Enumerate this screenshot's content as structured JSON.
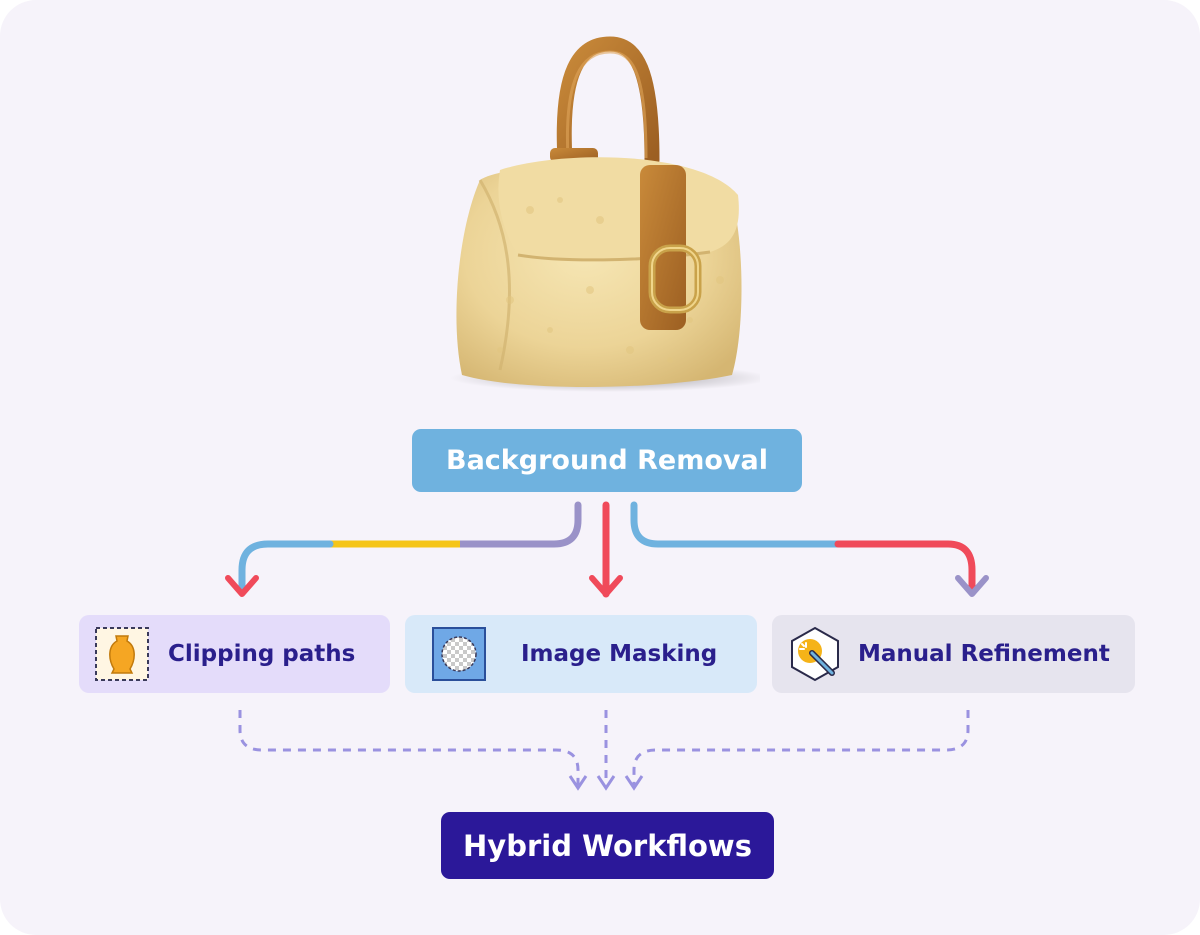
{
  "diagram": {
    "root": {
      "label": "Background Removal"
    },
    "techniques": [
      {
        "label": "Clipping paths",
        "icon": "vase-clipping-icon"
      },
      {
        "label": "Image Masking",
        "icon": "mask-circle-icon"
      },
      {
        "label": "Manual Refinement",
        "icon": "magic-wand-icon"
      }
    ],
    "result": {
      "label": "Hybrid Workflows"
    }
  },
  "image": {
    "subject": "handbag-photo"
  },
  "colors": {
    "root_fill": "#6fb2df",
    "result_fill": "#2b1899",
    "label_text": "#2a1f8c",
    "arrow_red": "#f04a5a",
    "line_blue": "#6fb2df",
    "line_yellow": "#f5c518",
    "line_purple": "#9a92c8",
    "dashed_line": "#9a92e0"
  }
}
